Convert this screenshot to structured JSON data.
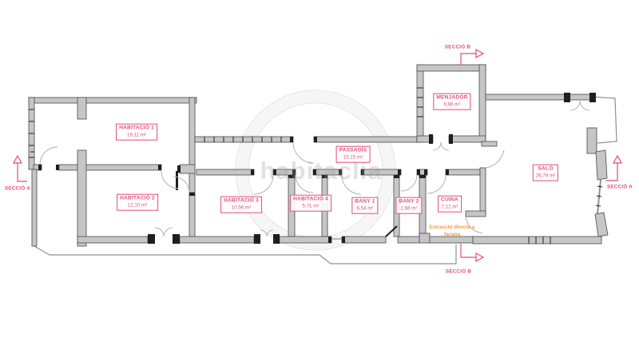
{
  "watermark": {
    "text": "habitaclia"
  },
  "rooms": [
    {
      "name": "HABITACIÓ 1",
      "area": "19,11 m²"
    },
    {
      "name": "HABITACIÓ 2",
      "area": "12,10 m²"
    },
    {
      "name": "HABITACIÓ 3",
      "area": "10,56 m²"
    },
    {
      "name": "HABITACIÓ 4",
      "area": "5,71 m²"
    },
    {
      "name": "BANY 1",
      "area": "6,54 m²"
    },
    {
      "name": "BANY 2",
      "area": "2,66 m²"
    },
    {
      "name": "CUINA",
      "area": "7,12 m²"
    },
    {
      "name": "PASSADÍS",
      "area": "15,15 m²"
    },
    {
      "name": "MENJADOR",
      "area": "6,96 m²"
    },
    {
      "name": "SALÓ",
      "area": "26,79 m²"
    }
  ],
  "sections": {
    "a_left": "SECCIÓ A",
    "a_right": "SECCIÓ A",
    "b_top": "SECCIÓ B",
    "b_bottom": "SECCIÓ B"
  },
  "note": {
    "line1": "Extracció directe a",
    "line2": "façana"
  },
  "colors": {
    "label_pink": "#e5497f",
    "note_orange": "#ee9a3e",
    "wall_fill": "#c6c6c6",
    "wall_stroke": "#4a4a4a"
  }
}
